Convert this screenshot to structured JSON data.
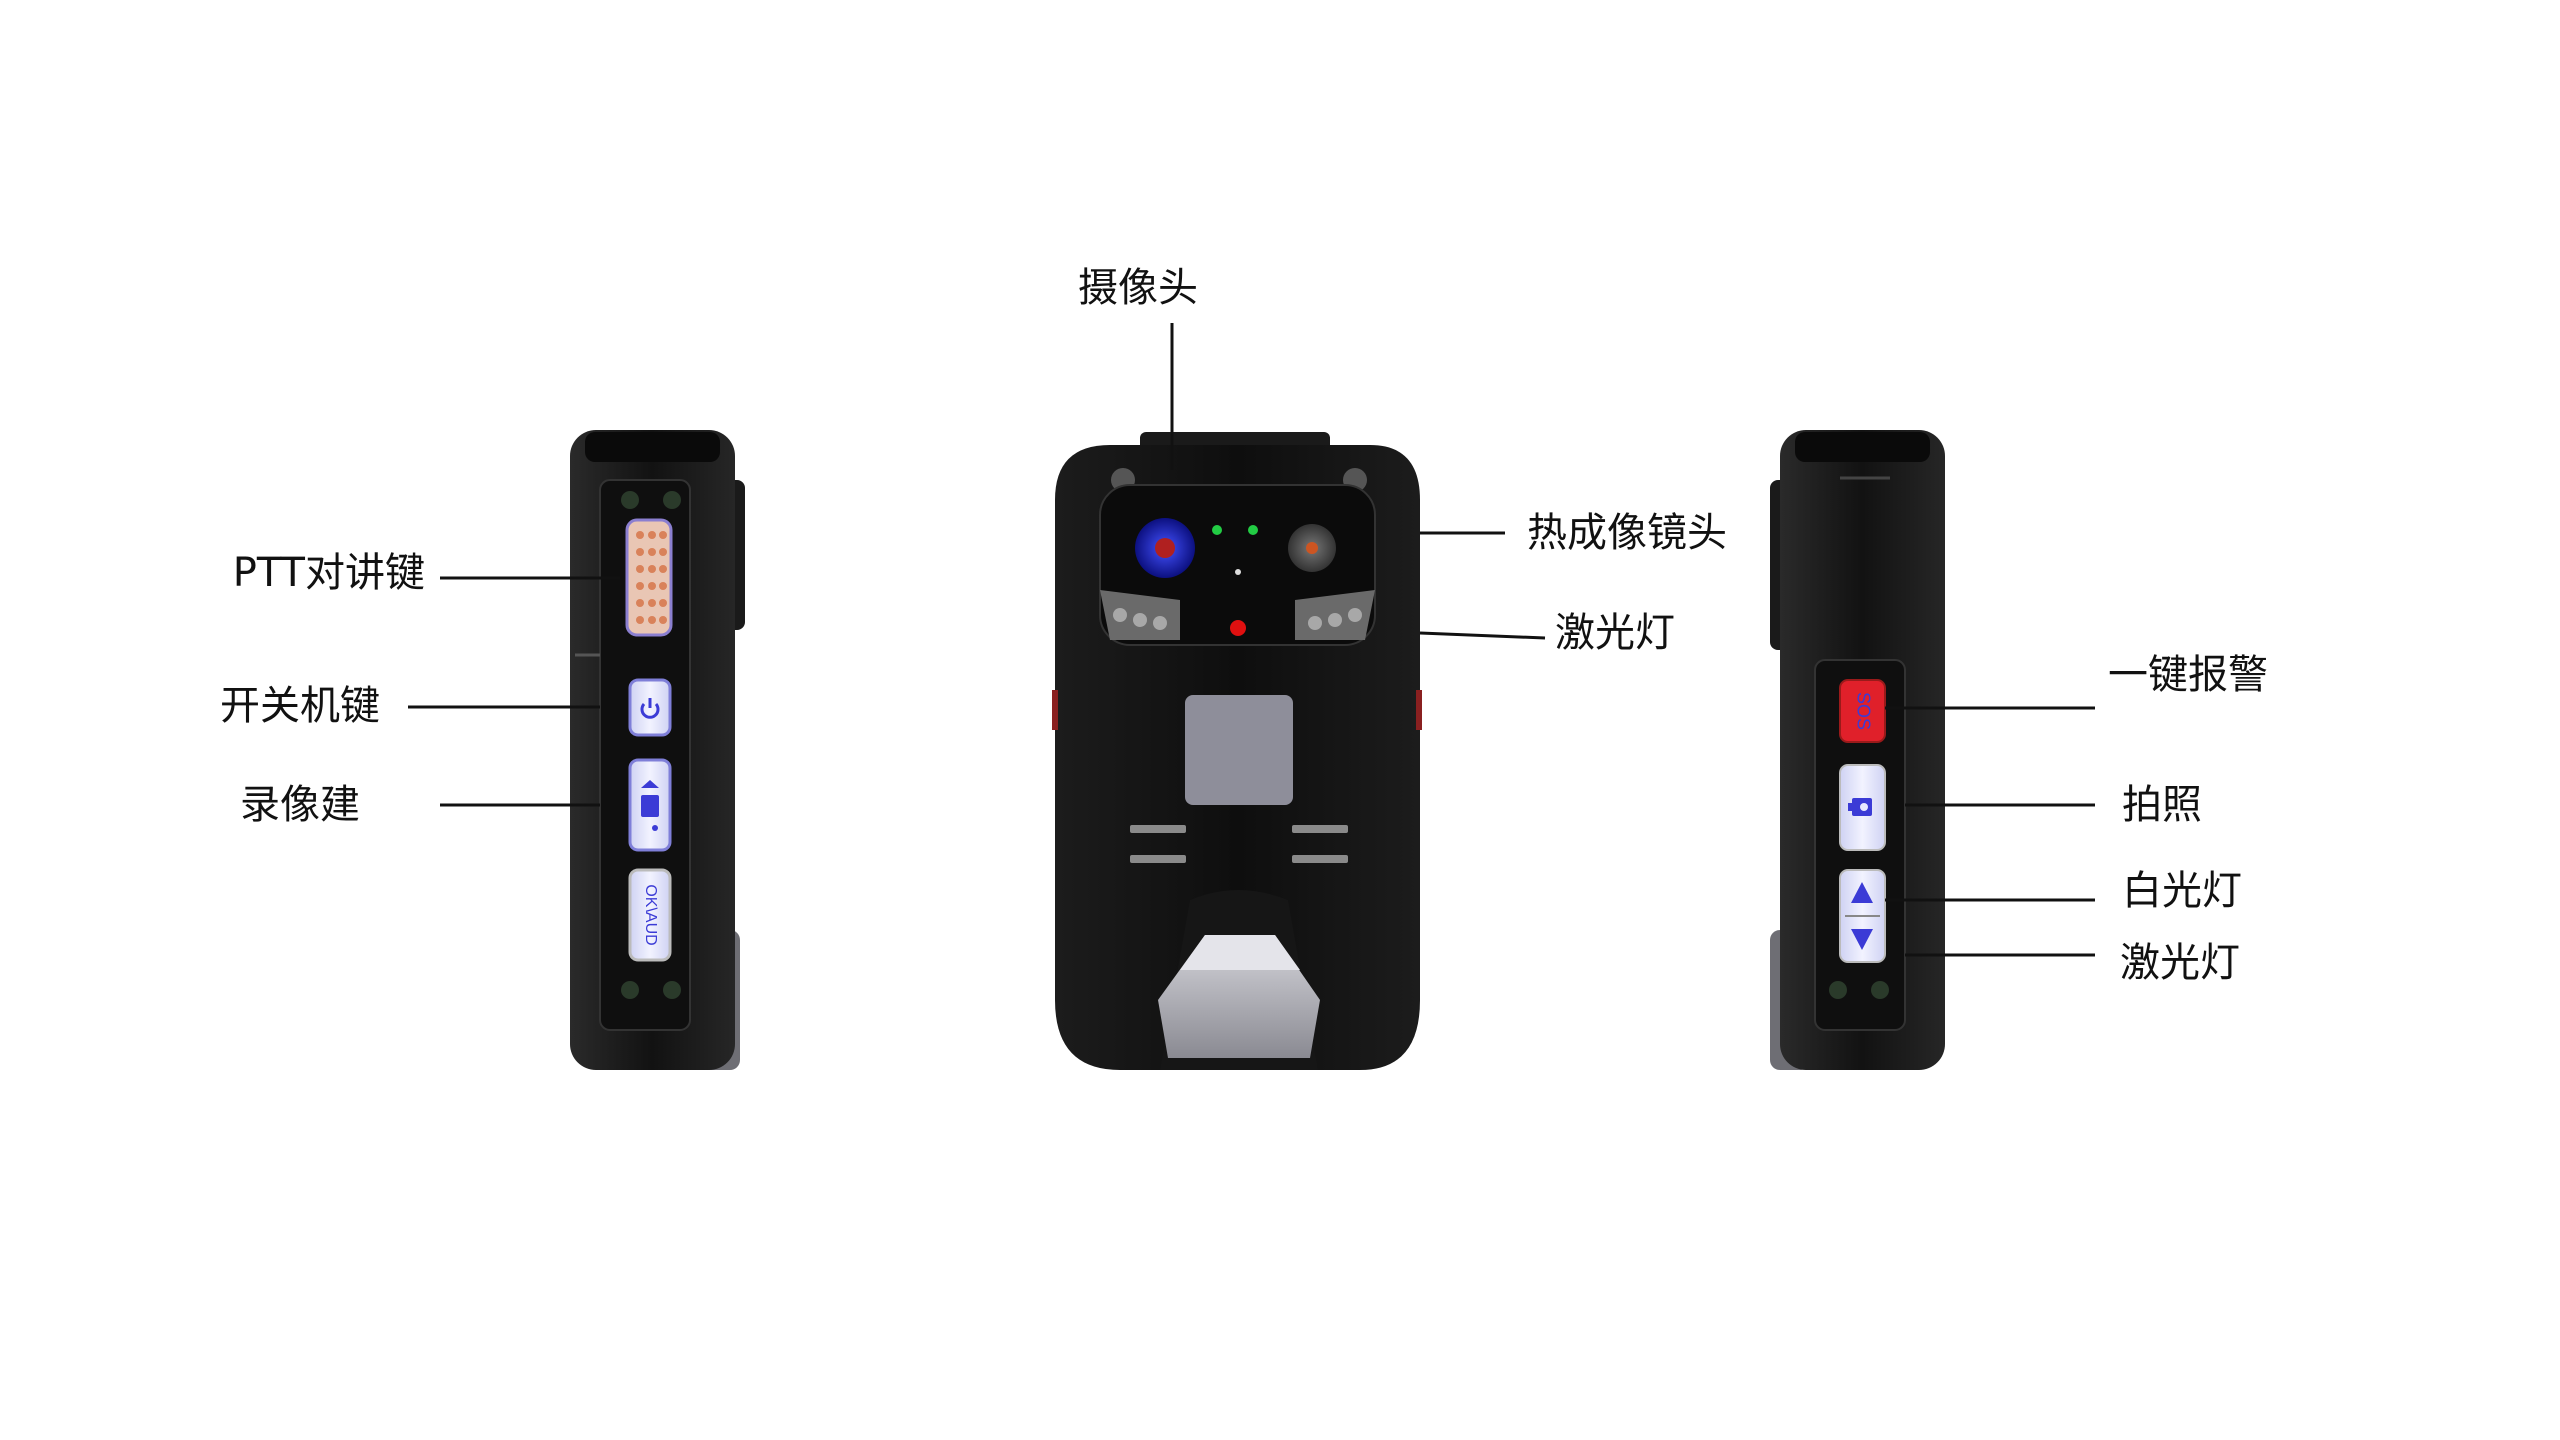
{
  "labels": {
    "camera": "摄像头",
    "thermal_lens": "热成像镜头",
    "laser_light_front": "激光灯",
    "ptt_button": "PTT对讲键",
    "power_button": "开关机键",
    "record_button": "录像建",
    "sos_alarm": "一键报警",
    "photo": "拍照",
    "white_light": "白光灯",
    "laser_light_side": "激光灯"
  },
  "button_text": {
    "sos": "SOS",
    "ok_aud": "OK\\AUD"
  },
  "colors": {
    "body": "#141414",
    "body_edge": "#2a2a2a",
    "panel_gray": "#8e8e9a",
    "sos_red": "#e0202a",
    "button_blue_text": "#3b3bd6",
    "lens_blue": "#1a22b8",
    "led_green": "#22cc44",
    "laser_red": "#e01010",
    "line": "#111111"
  },
  "icons": {
    "ptt": "ptt-grip-icon",
    "power": "power-icon",
    "record": "video-camera-icon",
    "photo": "camera-icon",
    "up": "triangle-up-icon",
    "down": "triangle-down-icon"
  }
}
